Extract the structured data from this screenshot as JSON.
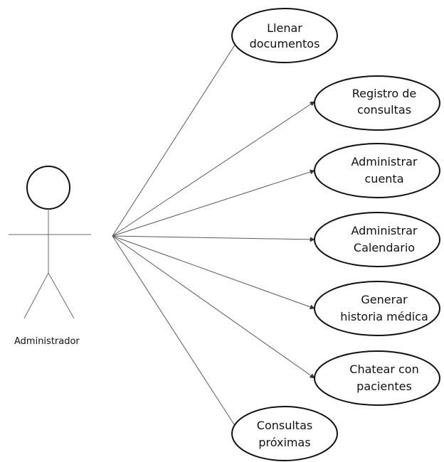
{
  "diagram": {
    "actor": {
      "name": "Administrador"
    },
    "use_cases": [
      {
        "id": "uc1",
        "lines": [
          "Llenar",
          "documentos"
        ]
      },
      {
        "id": "uc2",
        "lines": [
          "Registro de",
          "consultas"
        ]
      },
      {
        "id": "uc3",
        "lines": [
          "Administrar",
          "cuenta"
        ]
      },
      {
        "id": "uc4",
        "lines": [
          "Administrar",
          "Calendario"
        ]
      },
      {
        "id": "uc5",
        "lines": [
          "Generar",
          "historia médica"
        ]
      },
      {
        "id": "uc6",
        "lines": [
          "Chatear con",
          "pacientes"
        ]
      },
      {
        "id": "uc7",
        "lines": [
          "Consultas",
          "próximas"
        ]
      }
    ]
  }
}
